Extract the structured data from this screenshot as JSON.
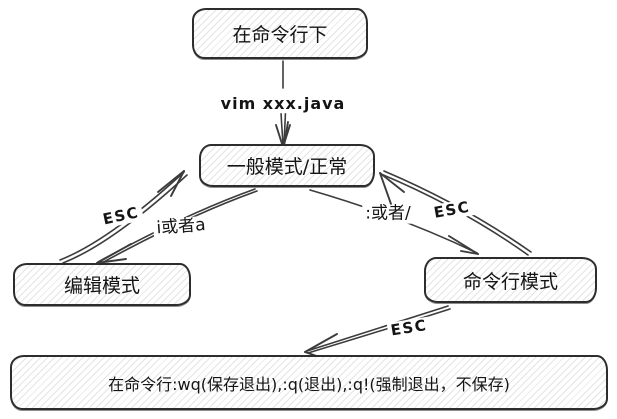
{
  "colors": {
    "background": "#ffffff",
    "stroke": "#2d2d2d",
    "hatch": "#e4e4e4",
    "text": "#141414"
  },
  "nodes": {
    "command_line": {
      "label": "在命令行下"
    },
    "normal_mode": {
      "label": "一般模式/正常"
    },
    "edit_mode": {
      "label": "编辑模式"
    },
    "cmdline_mode": {
      "label": "命令行模式"
    },
    "quit_commands": {
      "label": "在命令行:wq(保存退出),:q(退出),:q!(强制退出，不保存)"
    }
  },
  "edge_labels": {
    "open_file": "vim xxx.java",
    "esc_from_edit": "ESC",
    "enter_edit": "i或者a",
    "enter_cmdline": ":或者/",
    "esc_from_cmdline": "ESC",
    "esc_to_quit": "ESC"
  }
}
